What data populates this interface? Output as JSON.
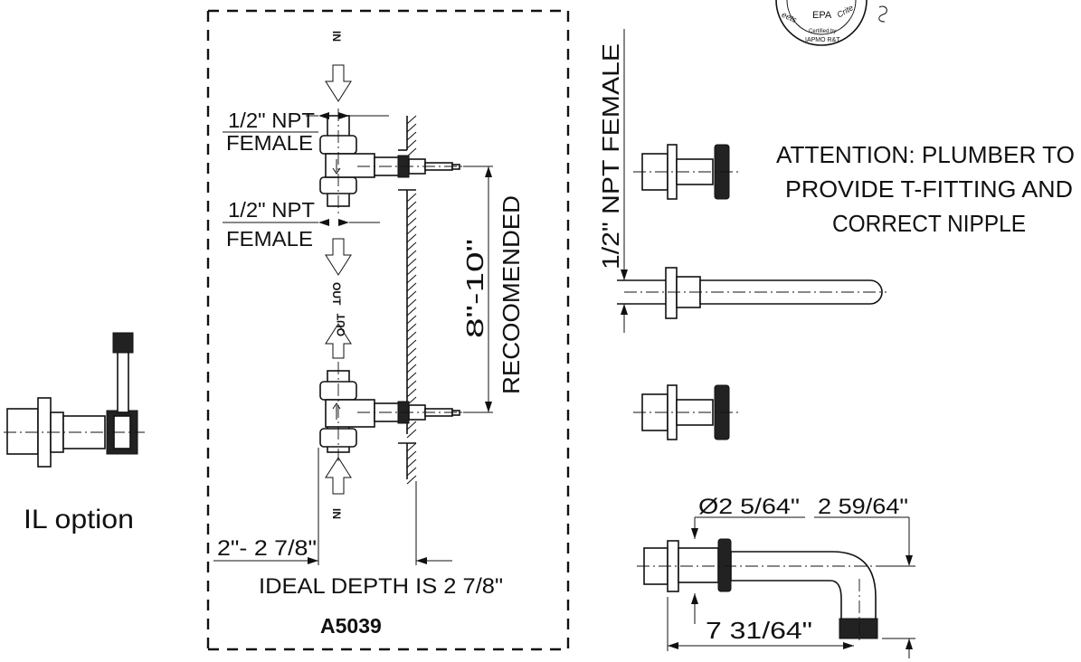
{
  "labels": {
    "npt_top_1": "1/2\" NPT",
    "npt_top_2": "FEMALE",
    "npt_bottom_1": "1/2\" NPT",
    "npt_bottom_2": "FEMALE",
    "in_top": "IN",
    "in_bottom": "IN",
    "out_1": "OUT",
    "out_2": "OUT",
    "recommended": "RECOOMENDED",
    "spacing": "8\"-10\"",
    "depth_range": "2\"- 2 7/8\"",
    "ideal_depth": "IDEAL DEPTH IS 2 7/8\"",
    "model": "A5039",
    "il_option": "IL option",
    "npt_vertical": "1/2\" NPT FEMALE",
    "attention_1": "ATTENTION: PLUMBER TO",
    "attention_2": "PROVIDE T-FITTING AND",
    "attention_3": "CORRECT NIPPLE",
    "dia": "Ø2 5/64\"",
    "dim_height": "2 59/64\"",
    "dim_length": "7 31/64\"",
    "badge_text": "EPA",
    "badge_text_left": "eets",
    "badge_text_right": "Crite",
    "badge_certified_1": "Certified by",
    "badge_certified_2": "IAPMO R&T"
  }
}
